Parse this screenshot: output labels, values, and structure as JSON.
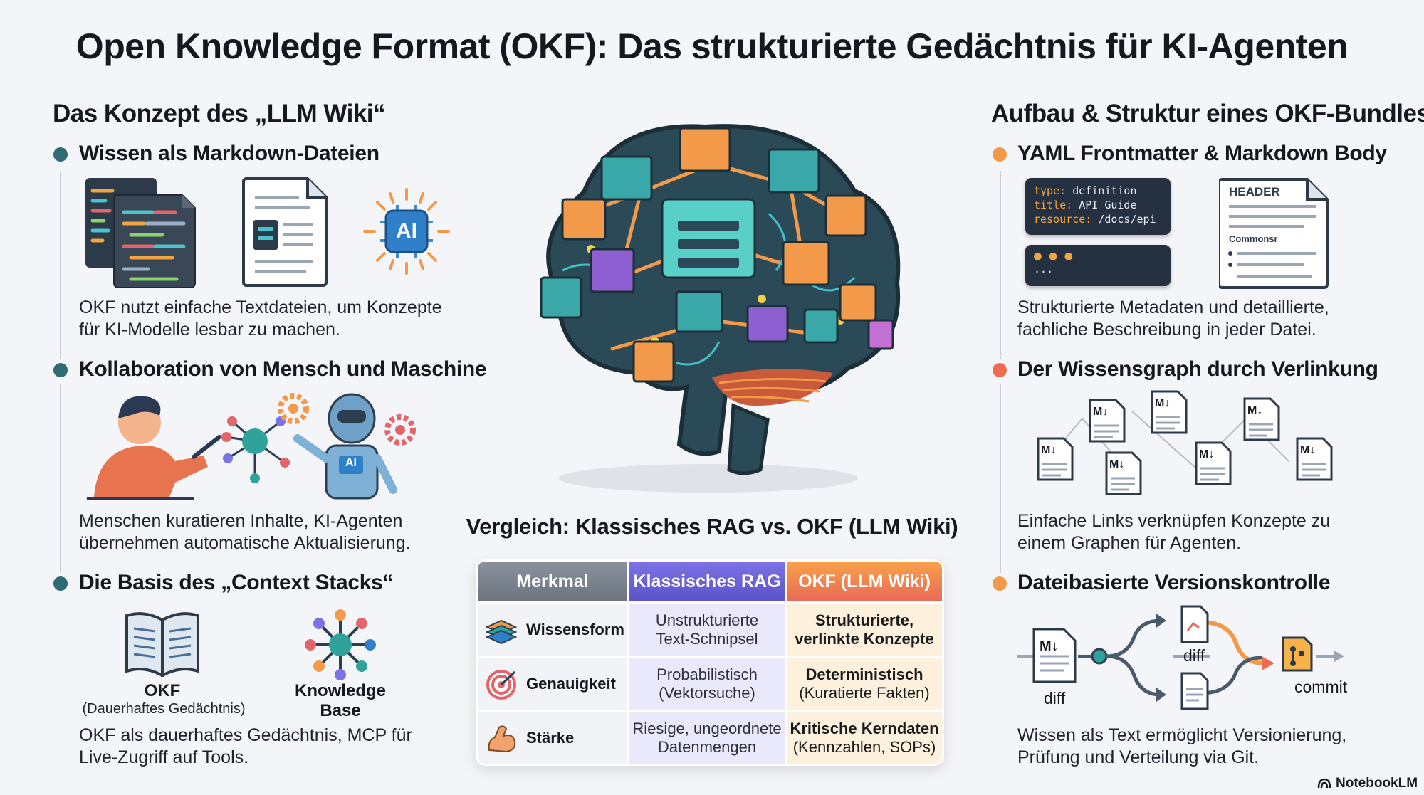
{
  "title": "Open Knowledge Format (OKF): Das strukturierte Gedächtnis für KI-Agenten",
  "left": {
    "heading": "Das Konzept des „LLM Wiki“",
    "sections": [
      {
        "title": "Wissen als Markdown-Dateien",
        "desc": [
          "OKF nutzt einfache Textdateien, um Konzepte",
          "für KI-Modelle lesbar zu machen."
        ],
        "icon_label": "AI"
      },
      {
        "title": "Kollaboration von Mensch und Maschine",
        "desc": [
          "Menschen kuratieren Inhalte, KI-Agenten",
          "übernehmen automatische Aktualisierung."
        ],
        "robot_label": "AI"
      },
      {
        "title": "Die Basis des „Context Stacks“",
        "desc": [
          "OKF als dauerhaftes Gedächtnis, MCP für",
          "Live-Zugriff auf Tools."
        ]
      }
    ],
    "okf_label": "OKF",
    "okf_sub": "(Dauerhaftes Gedächtnis)",
    "kb_label_1": "Knowledge",
    "kb_label_2": "Base"
  },
  "right": {
    "heading": "Aufbau & Struktur eines OKF-Bundles",
    "sections": [
      {
        "title": "YAML Frontmatter & Markdown Body",
        "desc": [
          "Strukturierte Metadaten und detaillierte,",
          "fachliche Beschreibung in jeder Datei."
        ]
      },
      {
        "title": "Der Wissensgraph durch Verlinkung",
        "desc": [
          "Einfache Links verknüpfen Konzepte zu",
          "einem Graphen für Agenten."
        ]
      },
      {
        "title": "Dateibasierte Versionskontrolle",
        "desc": [
          "Wissen als Text ermöglicht Versionierung,",
          "Prüfung und Verteilung via Git."
        ]
      }
    ],
    "yaml": {
      "type_key": "type:",
      "type_val": "definition",
      "title_key": "title:",
      "title_val": "API Guide",
      "res_key": "resource:",
      "res_val": "/docs/epi",
      "dots": "...",
      "header": "HEADER",
      "commons": "Commonsr"
    },
    "md_icon": "M↓",
    "diff_1": "diff",
    "diff_2": "diff",
    "commit": "commit"
  },
  "comparison": {
    "title": "Vergleich: Klassisches RAG vs. OKF (LLM Wiki)",
    "headers": [
      "Merkmal",
      "Klassisches RAG",
      "OKF (LLM Wiki)"
    ],
    "rows": [
      {
        "feature": "Wissensform",
        "icon": "layers-icon",
        "rag": [
          "Unstrukturierte",
          "Text-Schnipsel"
        ],
        "okf": [
          "Strukturierte,",
          "verlinkte Konzepte"
        ]
      },
      {
        "feature": "Genauigkeit",
        "icon": "target-icon",
        "rag": [
          "Probabilistisch",
          "(Vektorsuche)"
        ],
        "okf": [
          "Deterministisch",
          "(Kuratierte Fakten)"
        ]
      },
      {
        "feature": "Stärke",
        "icon": "muscle-icon",
        "rag": [
          "Riesige, ungeordnete",
          "Datenmengen"
        ],
        "okf": [
          "Kritische Kerndaten",
          "(Kennzahlen, SOPs)"
        ]
      }
    ]
  },
  "footer": {
    "brand": "NotebookLM"
  },
  "colors": {
    "teal": "#2f6b73",
    "orange": "#f29a4a",
    "coral": "#ee6b4f",
    "purple": "#6a62d8"
  }
}
